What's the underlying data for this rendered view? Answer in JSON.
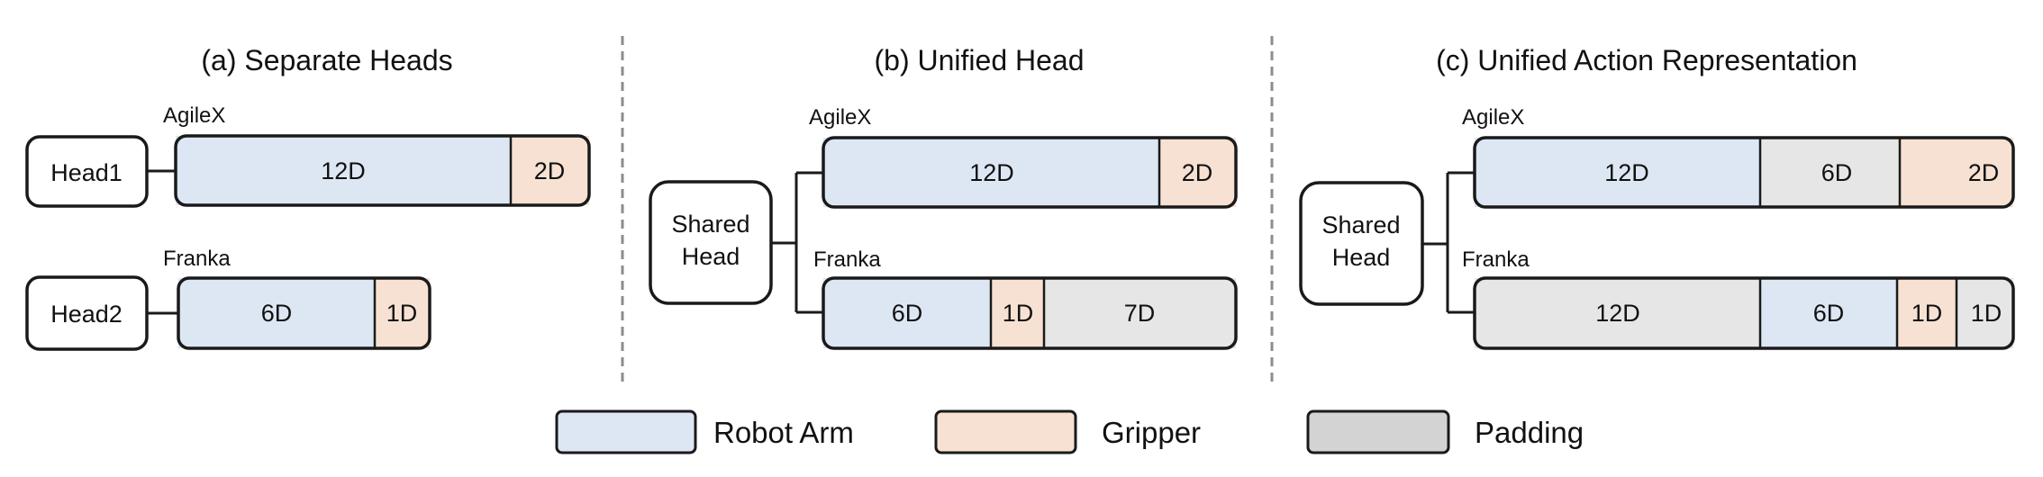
{
  "colors": {
    "robot_arm": "#dde7f4",
    "gripper": "#f6e1d3",
    "padding": "#e6e6e6",
    "legend_padding": "#d3d3d3",
    "stroke": "#1a1a1a",
    "divider": "#8c8c8c"
  },
  "panels": [
    {
      "title": "(a) Separate Heads",
      "heads": [
        "Head1",
        "Head2"
      ],
      "rows": [
        {
          "label": "AgileX",
          "segments": [
            {
              "text": "12D",
              "kind": "robot_arm"
            },
            {
              "text": "2D",
              "kind": "gripper"
            }
          ]
        },
        {
          "label": "Franka",
          "segments": [
            {
              "text": "6D",
              "kind": "robot_arm"
            },
            {
              "text": "1D",
              "kind": "gripper"
            }
          ]
        }
      ]
    },
    {
      "title": "(b) Unified Head",
      "heads": [
        "Shared\nHead"
      ],
      "rows": [
        {
          "label": "AgileX",
          "segments": [
            {
              "text": "12D",
              "kind": "robot_arm"
            },
            {
              "text": "2D",
              "kind": "gripper"
            }
          ]
        },
        {
          "label": "Franka",
          "segments": [
            {
              "text": "6D",
              "kind": "robot_arm"
            },
            {
              "text": "1D",
              "kind": "gripper"
            },
            {
              "text": "7D",
              "kind": "padding"
            }
          ]
        }
      ]
    },
    {
      "title": "(c) Unified Action Representation",
      "heads": [
        "Shared\nHead"
      ],
      "rows": [
        {
          "label": "AgileX",
          "segments": [
            {
              "text": "12D",
              "kind": "robot_arm"
            },
            {
              "text": "6D",
              "kind": "padding"
            },
            {
              "text": "2D",
              "kind": "gripper"
            }
          ]
        },
        {
          "label": "Franka",
          "segments": [
            {
              "text": "12D",
              "kind": "padding"
            },
            {
              "text": "6D",
              "kind": "robot_arm"
            },
            {
              "text": "1D",
              "kind": "gripper"
            },
            {
              "text": "1D",
              "kind": "padding"
            }
          ]
        }
      ]
    }
  ],
  "legend": [
    {
      "text": "Robot Arm",
      "kind": "robot_arm"
    },
    {
      "text": "Gripper",
      "kind": "gripper"
    },
    {
      "text": "Padding",
      "kind": "legend_padding"
    }
  ]
}
